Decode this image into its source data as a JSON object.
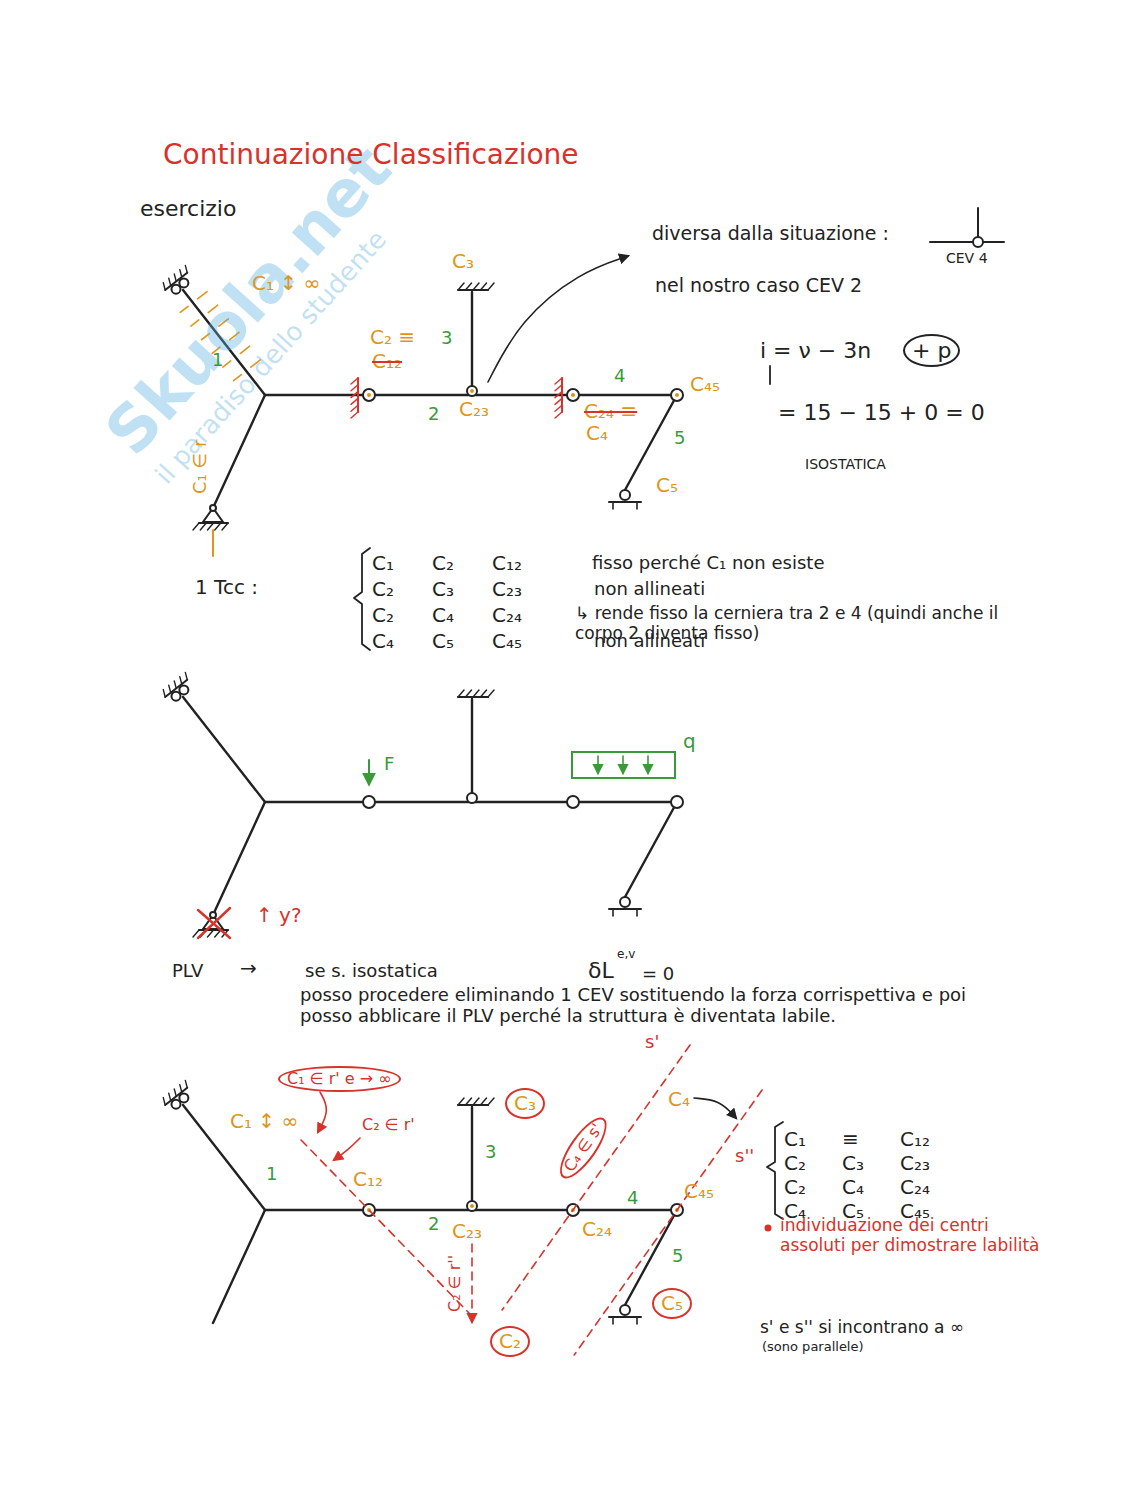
{
  "diagram": {
    "title": "Continuazione Classificazione",
    "labels": [
      "esercizio",
      "diversa dalla situazione :",
      "CEV 4",
      "nel nostro caso CEV 2",
      "C₃",
      "C₁ ↕ ∞",
      "C₂ ≡",
      "C₁₂",
      "3",
      "1",
      "C₁ ∈ r",
      "C₂₃",
      "2",
      "4",
      "C₄₅",
      "C₂₄ ≡",
      "C₄",
      "5",
      "C₅",
      "i = ν − 3n",
      "+ p",
      "= 15 − 15 + 0 = 0",
      "ISOSTATICA",
      "1 Tcc :",
      "C₁",
      "C₂",
      "C₁₂",
      "C₂",
      "C₃",
      "C₂₃",
      "C₂",
      "C₄",
      "C₂₄",
      "C₄",
      "C₅",
      "C₄₅",
      "fisso perché C₁ non esiste",
      "non allineati",
      "↳ rende fisso la cerniera tra 2 e 4 (quindi anche il corpo 2 diventa fisso)",
      "non allineati",
      "F",
      "q",
      "↑ y?",
      "PLV",
      "→",
      "se s. isostatica",
      "δL",
      "e,v",
      "= 0",
      "posso procedere eliminando 1 CEV sostituendo la forza corrispettiva e poi posso abblicare il PLV perché la struttura è diventata labile.",
      "C₁ ∈ r' e → ∞",
      "C₁ ↕ ∞",
      "C₂ ∈ r'",
      "C₃",
      "3",
      "1",
      "C₁₂",
      "2",
      "C₂₃",
      "C₂₄",
      "C₄ ∈ s'",
      "s'",
      "C₄",
      "s''",
      "4",
      "C₄₅",
      "5",
      "C₂ ∈ r''",
      "C₂",
      "C₅",
      "C₁",
      "≡",
      "C₁₂",
      "C₂",
      "C₃",
      "C₂₃",
      "C₂",
      "C₄",
      "C₂₄",
      "C₄",
      "C₅",
      "C₄₅",
      "individuazione dei centri assoluti per dimostrare labilità",
      "s' e s'' si incontrano a ∞",
      "(sono parallele)",
      "Skuola.net",
      "il paradiso dello studente"
    ]
  }
}
